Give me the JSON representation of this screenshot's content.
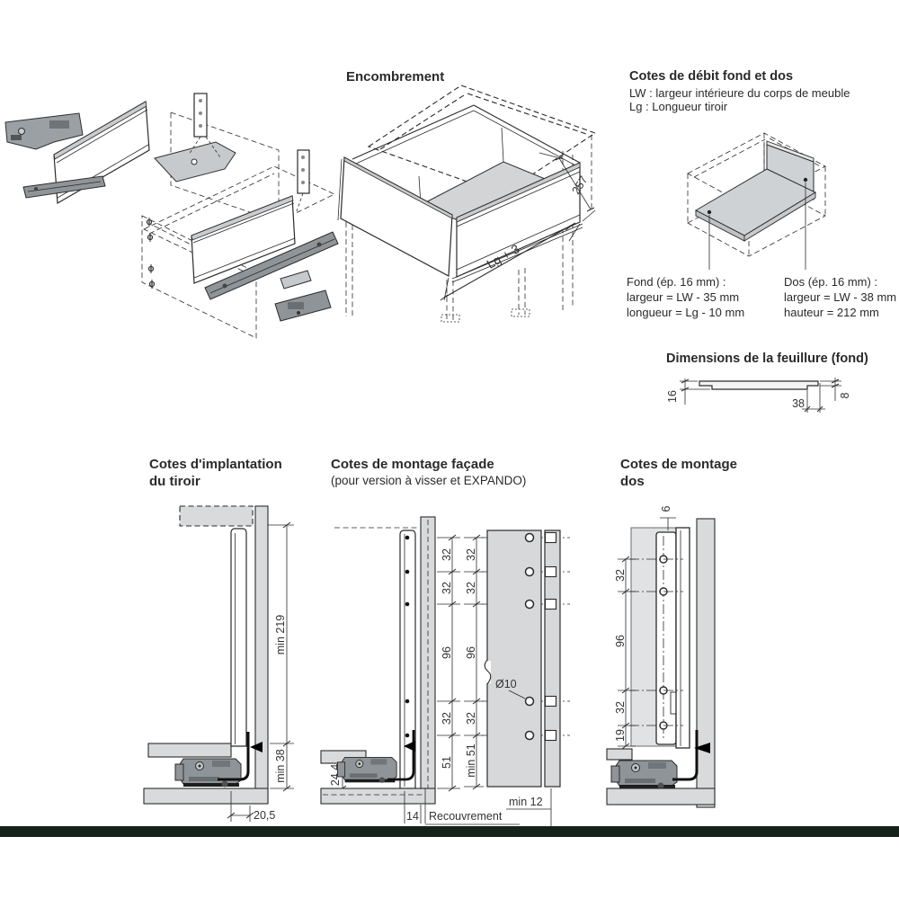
{
  "page": {
    "background": "#ffffff",
    "line_color": "#2b2b2b",
    "panel_gray": "#d9dadb",
    "mechanism_gray": "#8f9498",
    "footer_bar_color": "#15221c"
  },
  "encombrement": {
    "title": "Encombrement",
    "dim_height": "257",
    "dim_length": "Lg + 3"
  },
  "debit": {
    "title": "Cotes de débit fond et dos",
    "desc_line1": "LW : largeur intérieure du corps de meuble",
    "desc_line2": "Lg : Longueur tiroir",
    "fond": {
      "title": "Fond (ép. 16 mm) :",
      "line1": "largeur = LW - 35 mm",
      "line2": "longueur = Lg - 10 mm"
    },
    "dos": {
      "title": "Dos (ép. 16 mm) :",
      "line1": "largeur = LW - 38 mm",
      "line2": "hauteur = 212 mm"
    }
  },
  "feuillure": {
    "title": "Dimensions de la feuillure (fond)",
    "dim_left": "16",
    "dim_bottom": "38",
    "dim_right": "8"
  },
  "implantation": {
    "title_line1": "Cotes d'implantation",
    "title_line2": "du tiroir",
    "dim_depth": "min 219",
    "dim_bottom": "min 38",
    "dim_front": "20,5"
  },
  "facade": {
    "title_line1": "Cotes de montage façade",
    "title_line2": "(pour version à visser et EXPANDO)",
    "side_dims": [
      "32",
      "32",
      "96",
      "32",
      "51"
    ],
    "dim_runner": "24,4",
    "dim_gap": "14",
    "overlay_label": "Recouvrement",
    "front_dims": [
      "32",
      "32",
      "96",
      "32",
      "min 51"
    ],
    "hole_diameter": "Ø10",
    "dim_bottom": "min 12"
  },
  "dos_montage": {
    "title_line1": "Cotes de montage",
    "title_line2": "dos",
    "dim_top": "6",
    "dims": [
      "32",
      "96",
      "32",
      "19"
    ]
  }
}
